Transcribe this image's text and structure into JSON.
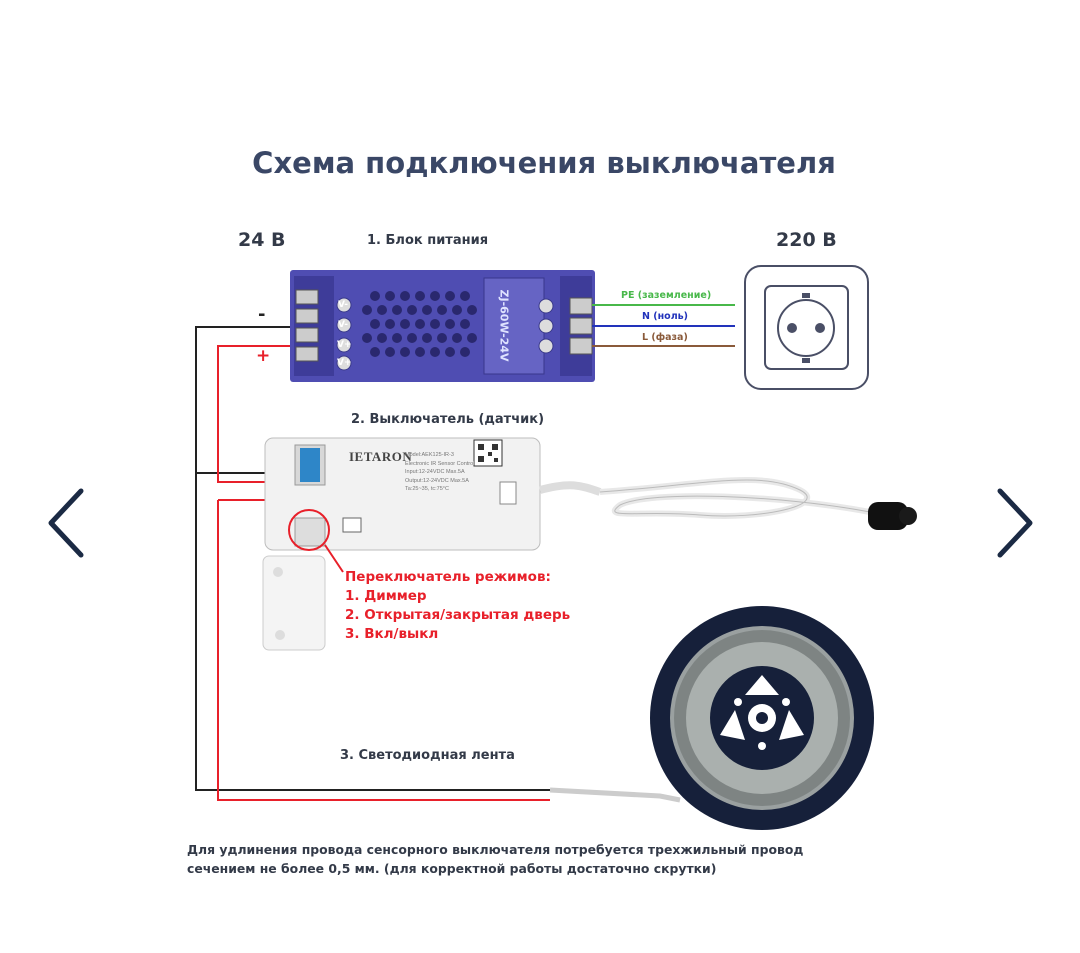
{
  "title": "Схема подключения выключателя",
  "voltage_left": "24 В",
  "voltage_right": "220 В",
  "psu_label": "1. Блок питания",
  "switch_label": "2. Выключатель (датчик)",
  "strip_label": "3. Светодиодная лента",
  "minus_sign": "-",
  "plus_sign": "+",
  "mains_wires": {
    "pe": {
      "label": "PE (заземление)",
      "color": "#48b84a"
    },
    "n": {
      "label": "N (ноль)",
      "color": "#2233bb"
    },
    "l": {
      "label": "L (фаза)",
      "color": "#8a5a3a"
    }
  },
  "psu_model_text": "ZJ-60W-24V",
  "psu_terminals": [
    "V-",
    "V-",
    "V+",
    "V+"
  ],
  "sensor": {
    "brand": "IETARON",
    "spec_lines": [
      "Model:AEK125-IR-3",
      "Electronic IR Sensor Control",
      "Input:12-24VDC Max.5A",
      "Output:12-24VDC Max.5A",
      "Ta:25~35, tc:75°C"
    ]
  },
  "mode_switch": {
    "heading": "Переключатель режимов:",
    "items": [
      "1. Диммер",
      "2. Открытая/закрытая дверь",
      "3. Вкл/выкл"
    ]
  },
  "footer_lines": [
    "Для удлинения провода сенсорного выключателя потребуется трехжильный провод",
    "сечением не более 0,5 мм. (для корректной работы достаточно скрутки)"
  ],
  "colors": {
    "title": "#3a4766",
    "red_wire": "#e8202a",
    "black_wire": "#222222",
    "psu": "#4d4bb0",
    "nav_arrow": "#1b2a44"
  },
  "nav": {
    "prev_icon": "chevron-left-icon",
    "next_icon": "chevron-right-icon"
  }
}
